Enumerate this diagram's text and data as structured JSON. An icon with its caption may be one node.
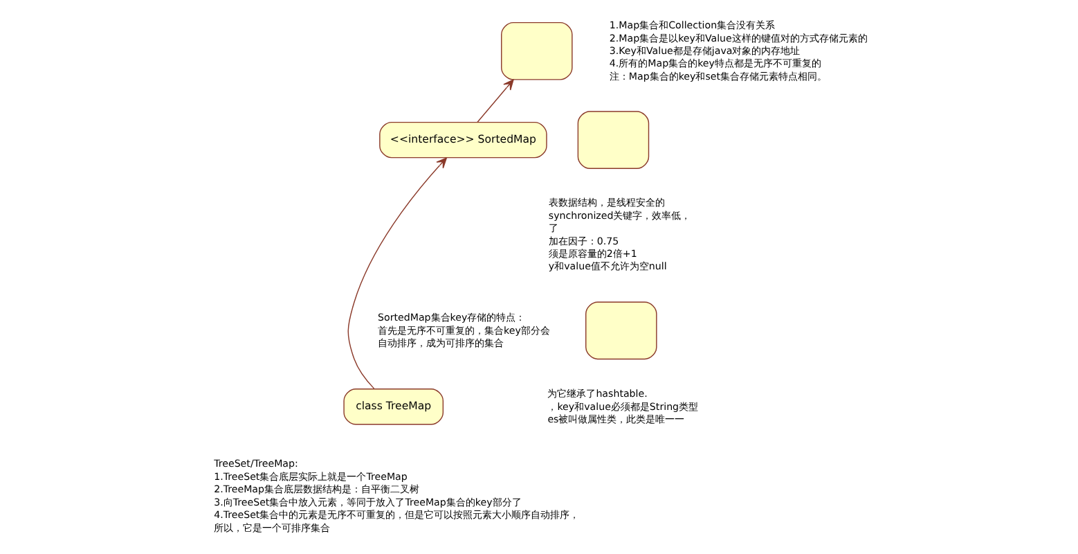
{
  "diagram": {
    "nodes": [
      {
        "text": [],
        "shape": "box"
      },
      {
        "text": [
          "<<interface>> SortedMap"
        ]
      },
      {
        "text": [
          "class TreeMap"
        ]
      },
      {
        "text": [],
        "shape": "box"
      },
      {
        "text": [],
        "shape": "box"
      }
    ],
    "edges": [
      {
        "from": 1,
        "to": 0,
        "arrow": "to"
      },
      {
        "from": 2,
        "to": 1,
        "arrow": "to"
      }
    ],
    "labels": [
      "1.Map集合和Collection集合没有关系",
      "2.Map集合是以key和Value这样的键值对的方式存储元素的",
      "3.Key和Value都是存储java对象的内存地址",
      "4.所有的Map集合的key特点都是无序不可重复的",
      "注：Map集合的key和set集合存储元素特点相同。",
      "表数据结构，是线程安全的",
      "synchronized关键字，效率低，",
      "了",
      "加在因子：0.75",
      "须是原容量的2倍+1",
      "y和value值不允许为空null",
      "为它继承了hashtable.",
      "，key和value必须都是String类型",
      "es被叫做属性类，此类是唯一一",
      "SortedMap集合key存储的特点：",
      "首先是无序不可重复的，集合key部分会",
      "自动排序，成为可排序的集合",
      "TreeSet/TreeMap:",
      "1.TreeSet集合底层实际上就是一个TreeMap",
      "2.TreeMap集合底层数据结构是：自平衡二叉树",
      "3.向TreeSet集合中放入元素，等同于放入了TreeMap集合的key部分了",
      "4.TreeSet集合中的元素是无序不可重复的，但是它可以按照元素大小顺序自动排序，",
      "所以，它是一个可排序集合"
    ]
  }
}
